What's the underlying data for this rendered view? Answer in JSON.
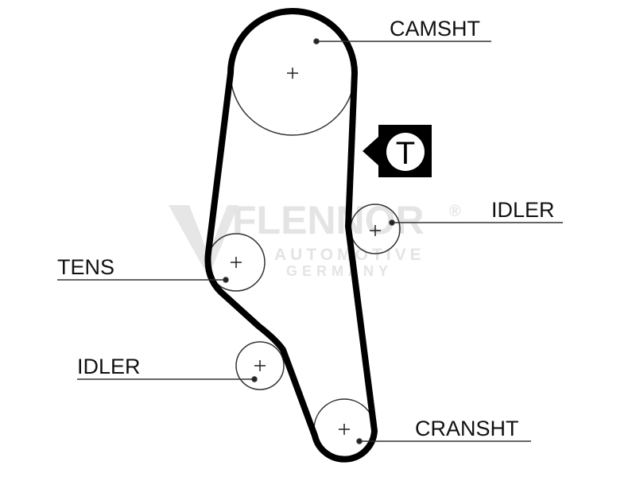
{
  "title": "Timing belt routing diagram",
  "labels": {
    "camshaft": "CAMSHT",
    "idler_upper": "IDLER",
    "tensioner": "TENS",
    "idler_lower": "IDLER",
    "crankshaft": "CRANSHT"
  },
  "badge": {
    "letter": "T"
  },
  "watermark": {
    "brand": "FLENNOR",
    "registered": "®",
    "line1": "AUTOMOTIVE",
    "line2": "GERMANY"
  },
  "colors": {
    "belt": "#000000",
    "line": "#333333",
    "watermark": "#e4e4e4"
  }
}
